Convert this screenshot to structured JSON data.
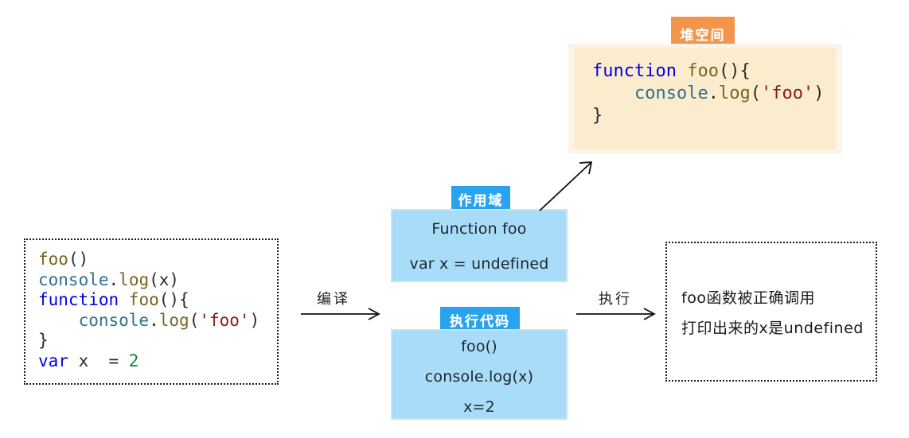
{
  "source_code": {
    "title": "source-code",
    "lines": [
      [
        {
          "t": "foo",
          "c": "fn"
        },
        {
          "t": "()",
          "c": "pl"
        }
      ],
      [
        {
          "t": "console",
          "c": "obj"
        },
        {
          "t": ".",
          "c": "pl"
        },
        {
          "t": "log",
          "c": "fn"
        },
        {
          "t": "(x)",
          "c": "pl"
        }
      ],
      [
        {
          "t": "function ",
          "c": "kw"
        },
        {
          "t": "foo",
          "c": "fn"
        },
        {
          "t": "(){",
          "c": "pl"
        }
      ],
      [
        {
          "t": "    ",
          "c": "pl"
        },
        {
          "t": "console",
          "c": "obj"
        },
        {
          "t": ".",
          "c": "pl"
        },
        {
          "t": "log",
          "c": "fn"
        },
        {
          "t": "(",
          "c": "pl"
        },
        {
          "t": "'foo'",
          "c": "str"
        },
        {
          "t": ")",
          "c": "pl"
        }
      ],
      [
        {
          "t": "}",
          "c": "pl"
        }
      ],
      [
        {
          "t": "var ",
          "c": "kw"
        },
        {
          "t": "x  = ",
          "c": "pl"
        },
        {
          "t": "2",
          "c": "num"
        }
      ]
    ]
  },
  "heap": {
    "tab_label": "堆空间",
    "tab_color": "#f3954a",
    "background": "#fbeccd",
    "lines": [
      [
        {
          "t": "function ",
          "c": "kw"
        },
        {
          "t": "foo",
          "c": "fn"
        },
        {
          "t": "(){",
          "c": "pl"
        }
      ],
      [
        {
          "t": "    ",
          "c": "pl"
        },
        {
          "t": "console",
          "c": "obj"
        },
        {
          "t": ".",
          "c": "pl"
        },
        {
          "t": "log",
          "c": "fn"
        },
        {
          "t": "(",
          "c": "pl"
        },
        {
          "t": "'foo'",
          "c": "str"
        },
        {
          "t": ")",
          "c": "pl"
        }
      ],
      [
        {
          "t": "}",
          "c": "pl"
        }
      ]
    ]
  },
  "scope": {
    "tab_label": "作用域",
    "tab_color": "#28a3ef",
    "background": "#a9dcf8",
    "lines": [
      "Function foo",
      "var x = undefined"
    ]
  },
  "exec": {
    "tab_label": "执行代码",
    "tab_color": "#28a3ef",
    "background": "#a9dcf8",
    "lines": [
      "foo()",
      "console.log(x)",
      "x=2"
    ]
  },
  "result": {
    "lines": [
      "foo函数被正确调用",
      "打印出来的x是undefined"
    ]
  },
  "arrows": {
    "compile_label": "编译",
    "execute_label": "执行",
    "heap_reference": "scope-to-heap-arrow"
  }
}
